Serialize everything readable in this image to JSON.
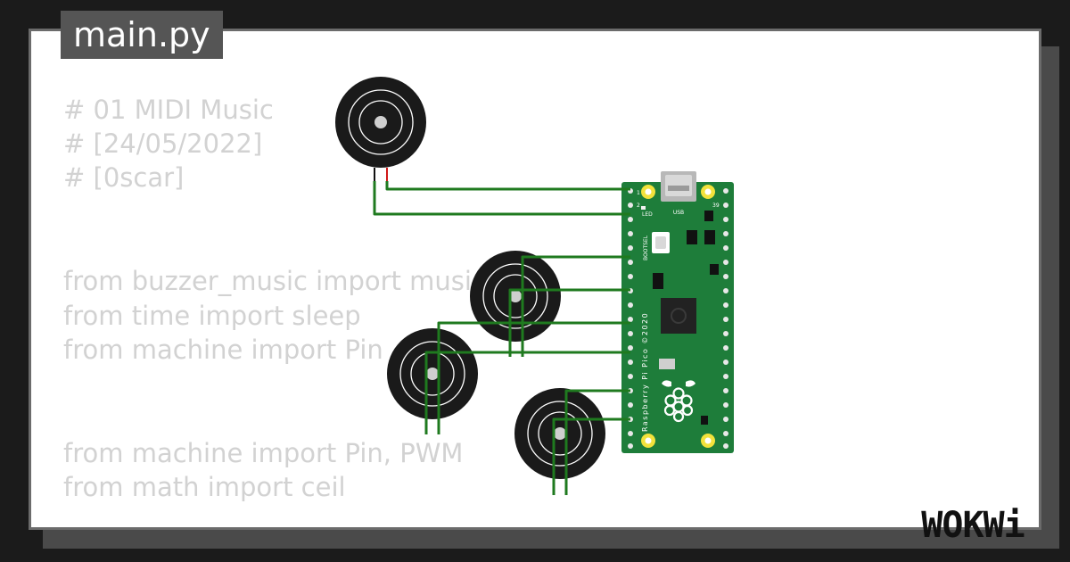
{
  "file_tab": {
    "label": "main.py"
  },
  "code": {
    "lines": [
      "# 01 MIDI Music",
      "# [24/05/2022]",
      "# [0scar]",
      "",
      "",
      "from buzzer_music import music",
      "from time import sleep",
      "from machine import Pin",
      "",
      "",
      "from machine import Pin, PWM",
      "from math import ceil"
    ]
  },
  "board": {
    "silkscreen_name": "Raspberry Pi Pico ©2020",
    "usb_label": "USB",
    "led_label": "LED",
    "bootsel_label": "BOOTSEL",
    "pin_1": "1",
    "pin_2": "2",
    "pin_39": "39"
  },
  "brand": {
    "logo_text": "WOKWi"
  },
  "colors": {
    "background": "#1b1b1b",
    "card": "#ffffff",
    "wire": "#1f7a1f",
    "board": "#1e7d3a",
    "buzzer": "#1a1a1a"
  }
}
